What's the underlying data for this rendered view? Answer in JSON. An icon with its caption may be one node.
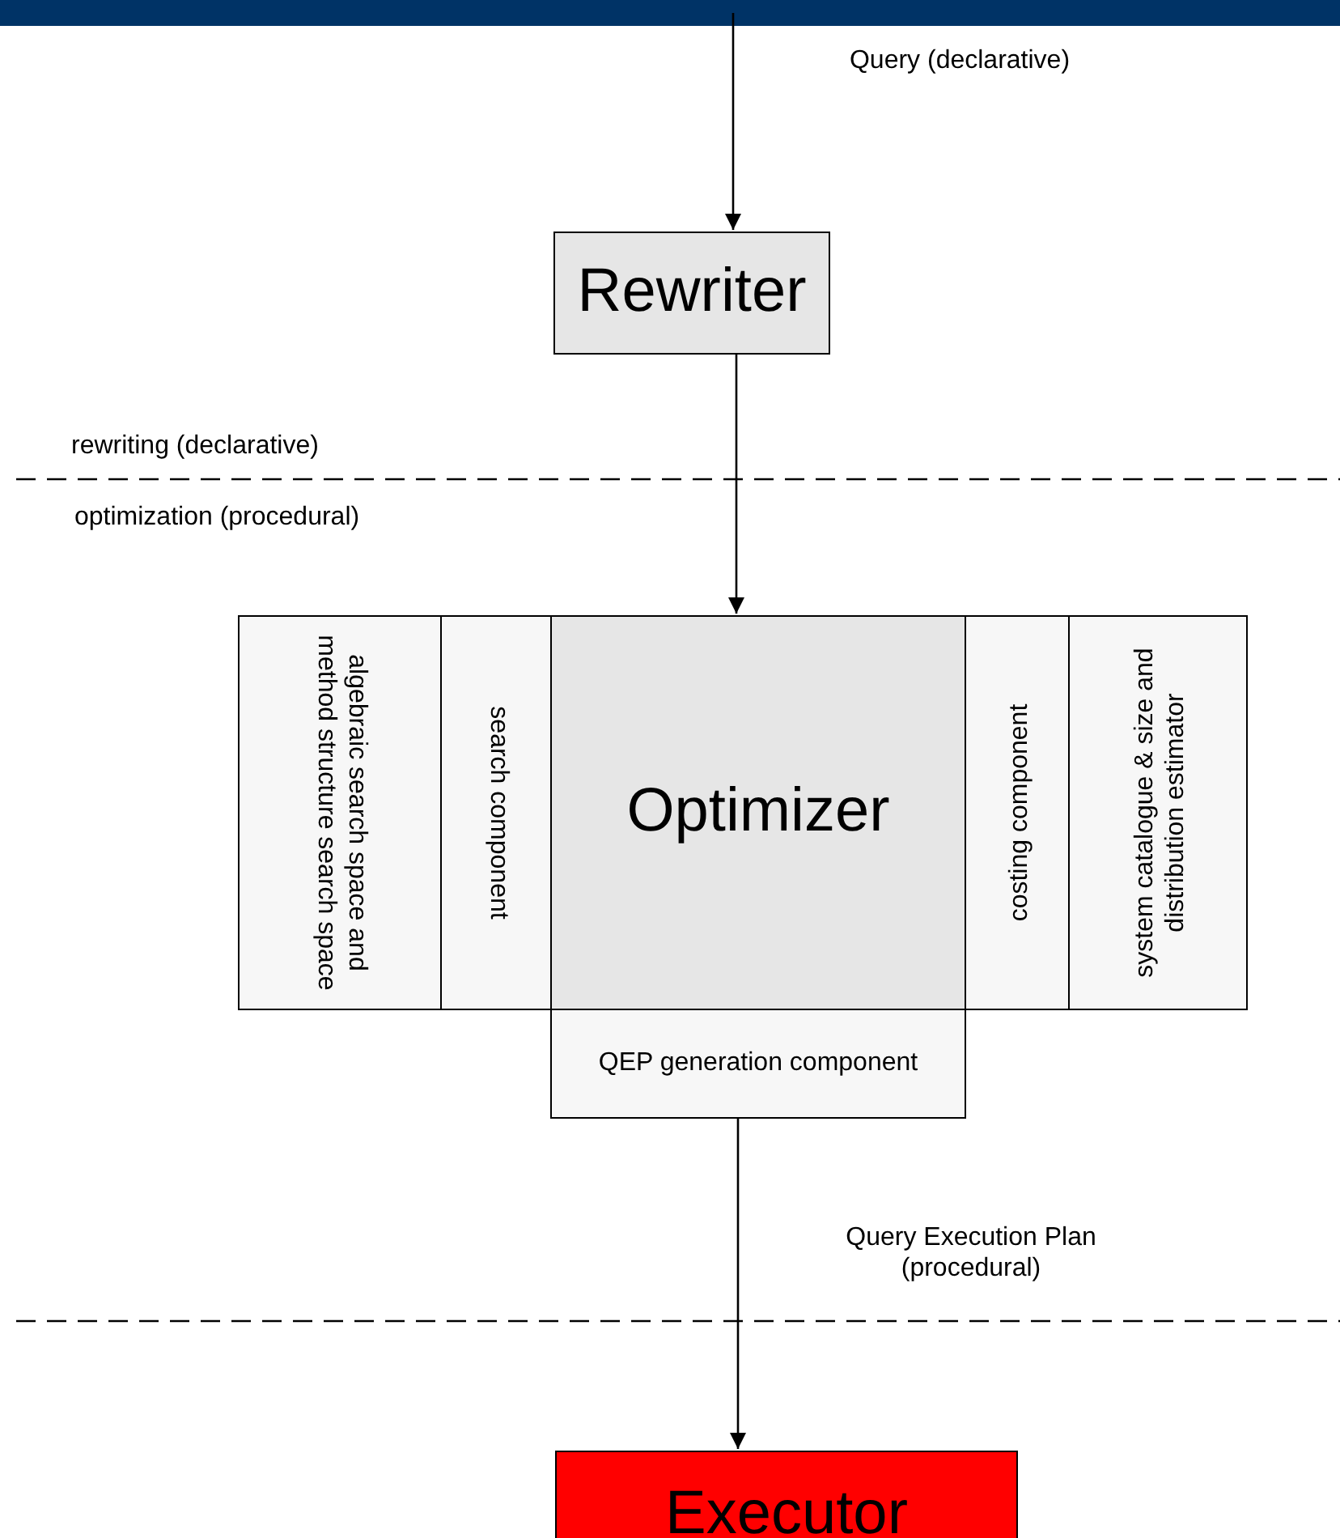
{
  "diagram": {
    "nodes": [
      {
        "text": [
          "Rewriter"
        ]
      },
      {
        "text": [
          "algebraic search space and method structure search space"
        ]
      },
      {
        "text": [
          "search component"
        ]
      },
      {
        "text": [
          "Optimizer"
        ]
      },
      {
        "text": [
          "costing component"
        ]
      },
      {
        "text": [
          "system catalogue & size and distribution estimator"
        ]
      },
      {
        "text": [
          "QEP generation component"
        ]
      },
      {
        "text": [
          "Executor"
        ]
      }
    ],
    "edges": [
      {
        "from": null,
        "to": 0,
        "arrow": "to",
        "label": "Query (declarative)"
      },
      {
        "from": 0,
        "to": 3,
        "arrow": "to"
      },
      {
        "from": 6,
        "to": 7,
        "arrow": "to",
        "label": "Query Execution Plan (procedural)"
      }
    ],
    "labels": [
      "rewriting (declarative)",
      "optimization (procedural)"
    ]
  }
}
